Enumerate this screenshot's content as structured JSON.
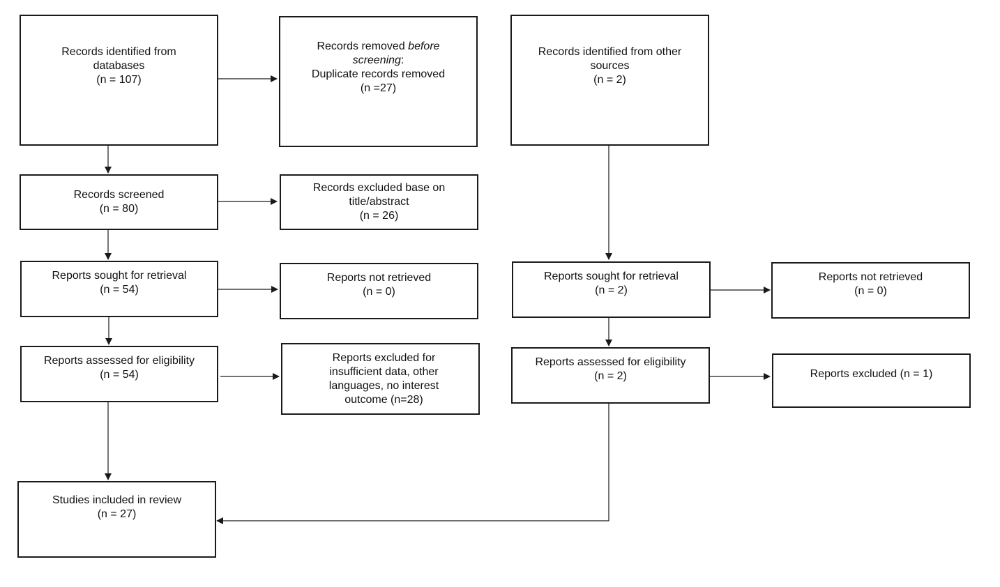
{
  "diagram": {
    "identification": {
      "databases": {
        "lines": [
          "Records identified from",
          "databases",
          "(n = 107)"
        ]
      },
      "removed": {
        "line1_prefix": "Records removed ",
        "line1_italic": "before",
        "line2_italic": "screening",
        "line2_suffix": ":",
        "line3": "Duplicate records removed",
        "line4": "(n =27)"
      },
      "other_sources": {
        "lines": [
          "Records identified from other",
          "sources",
          "(n = 2)"
        ]
      }
    },
    "screening": {
      "screened": {
        "lines": [
          "Records screened",
          "(n = 80)"
        ]
      },
      "excluded_title": {
        "lines": [
          "Records excluded base on",
          "title/abstract",
          "(n = 26)"
        ]
      }
    },
    "retrieval": {
      "sought_db": {
        "lines": [
          "Reports sought for retrieval",
          "(n = 54)"
        ]
      },
      "not_retrieved_db": {
        "lines": [
          "Reports not retrieved",
          "(n = 0)"
        ]
      },
      "sought_other": {
        "lines": [
          "Reports sought for retrieval",
          "(n = 2)"
        ]
      },
      "not_retrieved_other": {
        "lines": [
          "Reports not retrieved",
          "(n = 0)"
        ]
      }
    },
    "eligibility": {
      "assessed_db": {
        "lines": [
          "Reports assessed for eligibility",
          "(n = 54)"
        ]
      },
      "excluded_db": {
        "lines": [
          "Reports excluded for",
          "insufficient data, other",
          "languages, no interest",
          "outcome (n=28)"
        ]
      },
      "assessed_other": {
        "lines": [
          "Reports assessed for eligibility",
          "(n = 2)"
        ]
      },
      "excluded_other": {
        "lines": [
          "Reports excluded (n = 1)"
        ]
      }
    },
    "included": {
      "studies": {
        "lines": [
          "Studies included in review",
          "(n = 27)"
        ]
      }
    }
  }
}
